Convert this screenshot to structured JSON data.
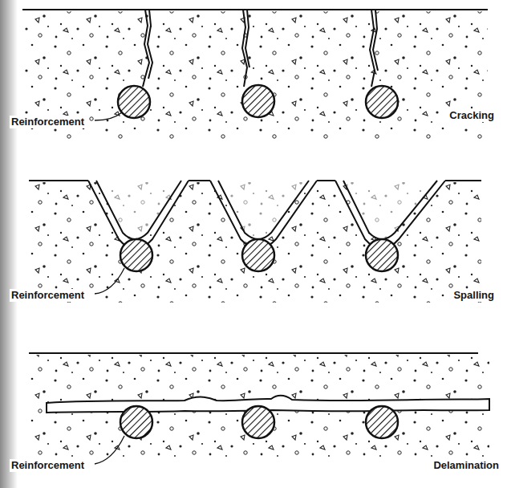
{
  "diagram": {
    "labels": [
      "Reinforcement",
      "Cracking",
      "Reinforcement",
      "Spalling",
      "Reinforcement",
      "Delamination"
    ]
  }
}
